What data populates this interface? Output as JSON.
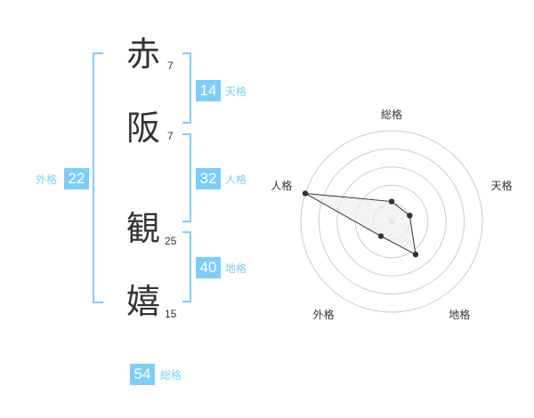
{
  "name_chars": [
    {
      "char": "赤",
      "strokes": "7"
    },
    {
      "char": "阪",
      "strokes": "7"
    },
    {
      "char": "観",
      "strokes": "25"
    },
    {
      "char": "嬉",
      "strokes": "15"
    }
  ],
  "fortunes": {
    "tenkaku": {
      "value": "14",
      "label": "天格"
    },
    "jinkaku": {
      "value": "32",
      "label": "人格"
    },
    "chikaku": {
      "value": "40",
      "label": "地格"
    },
    "gaikaku": {
      "value": "22",
      "label": "外格"
    },
    "soukaku": {
      "value": "54",
      "label": "総格"
    }
  },
  "radar": {
    "axes": [
      "総格",
      "天格",
      "地格",
      "外格",
      "人格"
    ],
    "values": [
      0.22,
      0.21,
      0.45,
      0.2,
      1.0
    ],
    "colors": {
      "accent": "#7fcdf7",
      "ring": "#cccccc",
      "fill": "#eeeeee",
      "point": "#333333"
    }
  }
}
